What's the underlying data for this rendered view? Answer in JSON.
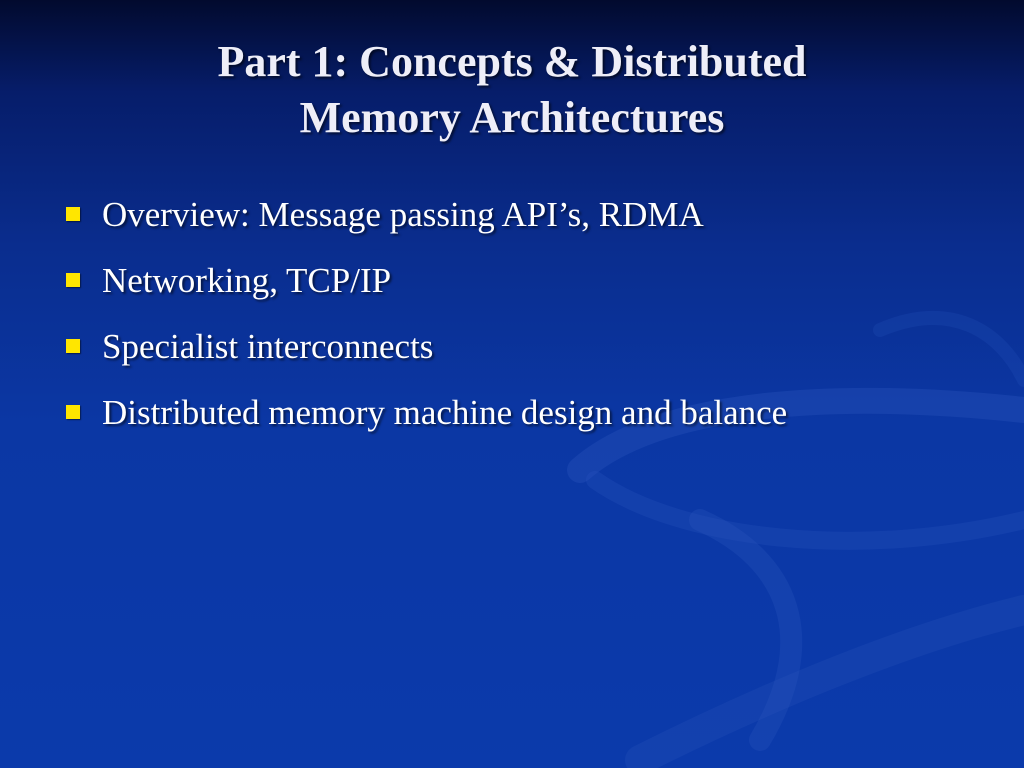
{
  "slide": {
    "title_line1": "Part 1: Concepts & Distributed",
    "title_line2": "Memory Architectures",
    "bullets": [
      {
        "text": "Overview: Message passing API’s, RDMA"
      },
      {
        "text": "Networking, TCP/IP"
      },
      {
        "text": "Specialist interconnects"
      },
      {
        "text": "Distributed memory machine design and balance"
      }
    ]
  },
  "colors": {
    "background": "#0b37a4",
    "title_text": "#eeeef8",
    "body_text": "#ffffff",
    "bullet_marker": "#ffe600"
  }
}
